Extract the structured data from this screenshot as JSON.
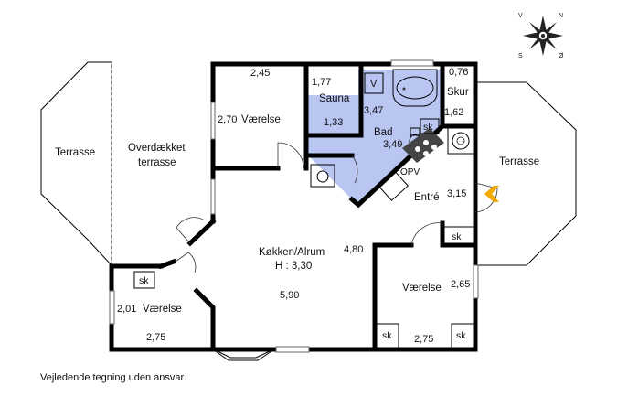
{
  "colors": {
    "wall": "#000000",
    "wet_area": "#b9c6f2",
    "arrow": "#f2a900",
    "ink": "#111111"
  },
  "compass": {
    "v": "V",
    "n": "N",
    "s": "S",
    "e": "Ø"
  },
  "rooms": {
    "terrasse_left": "Terrasse",
    "overdaekket_1": "Overdækket",
    "overdaekket_2": "terrasse",
    "vaerelse_top": "Værelse",
    "vaerelse_top_w": "2,45",
    "vaerelse_top_h": "2,70",
    "sauna": "Sauna",
    "sauna_w": "1,77",
    "sauna_h": "1,33",
    "sauna_v": "V",
    "bad": "Bad",
    "bad_w": "3,47",
    "bad_h": "3,49",
    "skur": "Skur",
    "skur_w": "0,76",
    "skur_h": "1,62",
    "terrasse_right": "Terrasse",
    "entre": "Entré",
    "entre_dim": "3,15",
    "opv": "OPV",
    "kokken_1": "Køkken/Alrum",
    "kokken_2": "H : 3,30",
    "kokken_w": "5,90",
    "kokken_h": "4,80",
    "vaerelse_left": "Værelse",
    "vaerelse_left_h": "2,01",
    "vaerelse_left_w": "2,75",
    "vaerelse_right": "Værelse",
    "vaerelse_right_h": "2,65",
    "vaerelse_right_w": "2,75",
    "sk": "sk"
  },
  "disclaimer": "Vejledende tegning uden ansvar."
}
